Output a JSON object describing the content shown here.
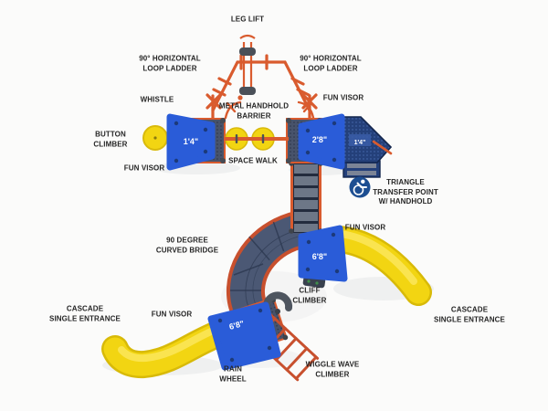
{
  "labels": {
    "leg_lift": "LEG LIFT",
    "loop_ladder_left": "90° HORIZONTAL\nLOOP LADDER",
    "loop_ladder_right": "90° HORIZONTAL\nLOOP LADDER",
    "whistle": "WHISTLE",
    "fun_visor_top_right": "FUN VISOR",
    "metal_handhold_barrier": "METAL HANDHOLD\nBARRIER",
    "button_climber": "BUTTON\nCLIMBER",
    "space_walk": "SPACE WALK",
    "fun_visor_left": "FUN VISOR",
    "triangle_transfer_point": "TRIANGLE\nTRANSFER POINT\nW/ HANDHOLD",
    "fun_visor_mid_right": "FUN VISOR",
    "curved_bridge": "90 DEGREE\nCURVED BRIDGE",
    "cliff_climber": "CLIFF\nCLIMBER",
    "cascade_left": "CASCADE\nSINGLE ENTRANCE",
    "fun_visor_bottom": "FUN VISOR",
    "cascade_right": "CASCADE\nSINGLE ENTRANCE",
    "rain_wheel": "RAIN\nWHEEL",
    "wiggle_wave_climber": "WIGGLE WAVE\nCLIMBER"
  },
  "deck_heights": {
    "left_platform": "1'4\"",
    "right_platform": "2'8\"",
    "transfer_panel": "1'4\"",
    "slide_platform_right": "6'8\"",
    "slide_platform_bottom": "6'8\""
  },
  "icons": {
    "accessibility": "wheelchair-accessible-icon"
  },
  "colors": {
    "background": "#fbfbfa",
    "label_text": "#262626",
    "orange": "#d95b2e",
    "ladder_orange": "#c8502e",
    "visor_blue": "#2a5cd8",
    "slide_yellow": "#f2d512",
    "slide_yellow_dark": "#d8ba08",
    "deck_navy": "#48536b",
    "panel_navy": "#24407a",
    "icon_navy": "#1d4e91"
  }
}
